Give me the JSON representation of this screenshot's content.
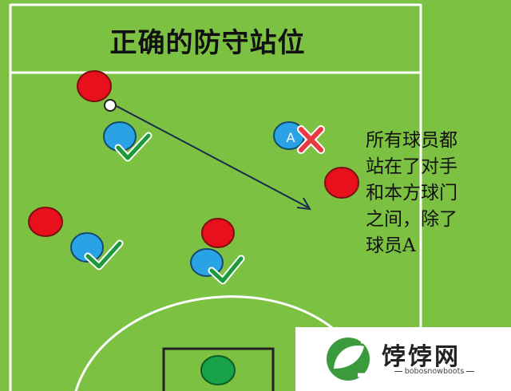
{
  "title": "正确的防守站位",
  "note_lines": [
    "所有球员都",
    "站在了对手",
    "和本方球门",
    "之间，除了",
    "球员A"
  ],
  "player_a_label": "A",
  "watermark": {
    "name": "饽饽网",
    "sub": "bobosnowboots"
  },
  "colors": {
    "pitch": "#7cc142",
    "line": "#ffffff",
    "attacker": "#e8111b",
    "defender": "#2aa3e6",
    "goalkeeper": "#17a24a",
    "check": "#1a9a3a",
    "cross": "#e83a45",
    "arrow": "#1a2a4a"
  }
}
